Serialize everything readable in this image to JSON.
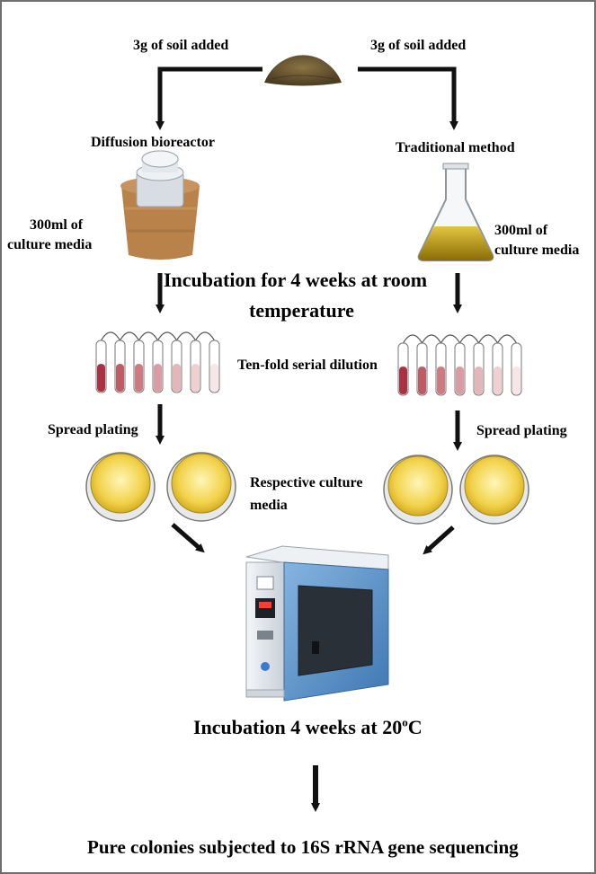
{
  "labels": {
    "soil_left": "3g of soil added",
    "soil_right": "3g of soil added",
    "diffusion_bioreactor": "Diffusion bioreactor",
    "traditional_method": "Traditional method",
    "media_left_1": "300ml of",
    "media_left_2": "culture media",
    "media_right_1": "300ml of",
    "media_right_2": "culture media",
    "incubation_1": "Incubation for 4 weeks at room",
    "incubation_2": "temperature",
    "serial_dilution": "Ten-fold serial dilution",
    "spread_left": "Spread plating",
    "spread_right": "Spread plating",
    "respective_1": "Respective culture",
    "respective_2": "media",
    "incubation_20_prefix": "Incubation 4 weeks at 20",
    "incubation_20_sup": "o",
    "incubation_20_suffix": "C",
    "final": "Pure colonies subjected to 16S rRNA gene sequencing"
  },
  "colors": {
    "arrow": "#111111",
    "plate_fill": "#f2d24a",
    "bioreactor_media": "#b8824a",
    "flask_liquid": "#c9a20e",
    "oven_door": "#5d93c9",
    "tube_dark": "#a83244"
  }
}
